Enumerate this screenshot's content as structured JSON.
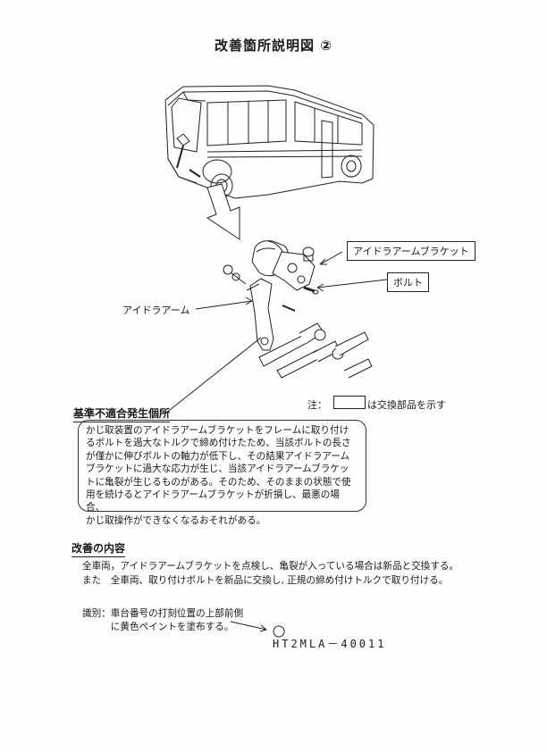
{
  "page": {
    "title": "改善箇所説明図 ②"
  },
  "diagram": {
    "labels": {
      "idler_arm_bracket": "アイドラアームブラケット",
      "bolt": "ボルト",
      "idler_arm": "アイドラアーム"
    },
    "note": {
      "prefix": "注：",
      "suffix": "は交換部品を示す"
    }
  },
  "problem": {
    "heading": "基準不適合発生個所",
    "lines": [
      "かじ取装置のアイドラアームブラケットをフレームに取り付け",
      "るボルトを過大なトルクで締め付けたため、当該ボルトの長さ",
      "が僅かに伸びボルトの軸力が低下し、その結果アイドラアーム",
      "ブラケットに過大な応力が生じ、当該アイドラアームブラケッ",
      "トに亀裂が生じるものがある。そのため、そのままの状態で使",
      "用を続けるとアイドラアームブラケットが折損し、最悪の場合、",
      "かじ取操作ができなくなるおそれがある。"
    ]
  },
  "improvement": {
    "heading": "改善の内容",
    "lines": [
      "全車両，アイドラアームブラケットを点検し、亀裂が入っている場合は新品と交換する。",
      "また　全車両、取り付けボルトを新品に交換し, 正規の締め付けトルクで取り付ける。"
    ]
  },
  "identification": {
    "line1": "識別：車台番号の打刻位置の上部前側",
    "line2": "　　　に黄色ペイントを塗布する。",
    "chassis_number": "HT2MLA－40011"
  }
}
